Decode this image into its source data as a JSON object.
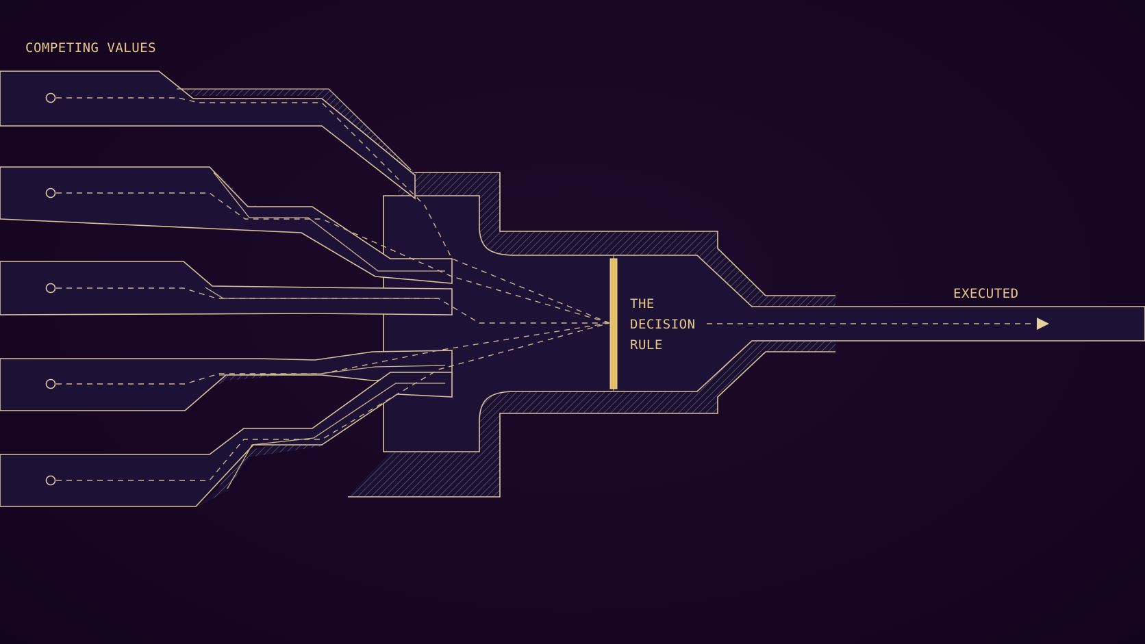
{
  "diagram": {
    "inputs_label": "COMPETING VALUES",
    "rule_label_lines": [
      "THE",
      "DECISION",
      "RULE"
    ],
    "output_label": "EXECUTED",
    "input_count": 5
  },
  "colors": {
    "background": "#170622",
    "pipe_fill": "#1d1236",
    "outline": "#d9c39a",
    "accent": "#e5be6a",
    "text": "#e6c98a"
  }
}
